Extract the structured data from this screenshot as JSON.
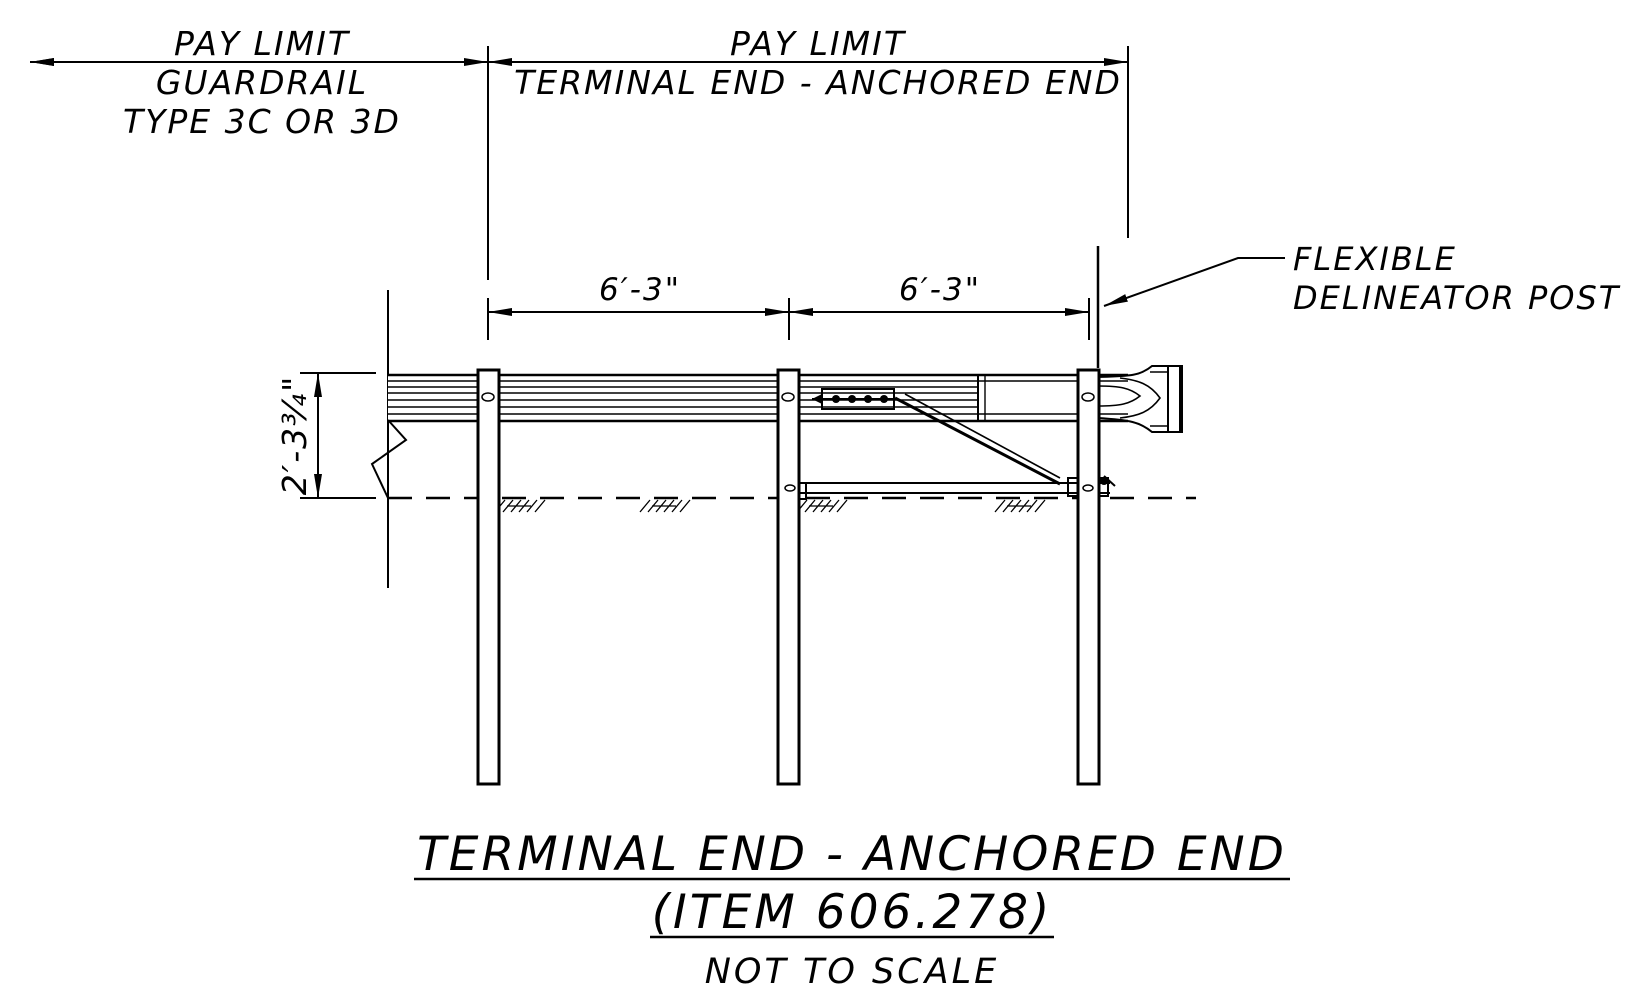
{
  "labels": {
    "left_pay_limit": "PAY LIMIT",
    "left_guardrail": "GUARDRAIL",
    "left_type": "TYPE 3C OR 3D",
    "right_pay_limit": "PAY LIMIT",
    "right_terminal": "TERMINAL END - ANCHORED END",
    "spacing_1": "6′-3\"",
    "spacing_2": "6′-3\"",
    "height": "2′-3¾\"",
    "callout_line1": "FLEXIBLE",
    "callout_line2": "DELINEATOR POST"
  },
  "title": {
    "main": "TERMINAL END - ANCHORED END",
    "item": "(ITEM 606.278)",
    "scale_note": "NOT TO SCALE"
  }
}
